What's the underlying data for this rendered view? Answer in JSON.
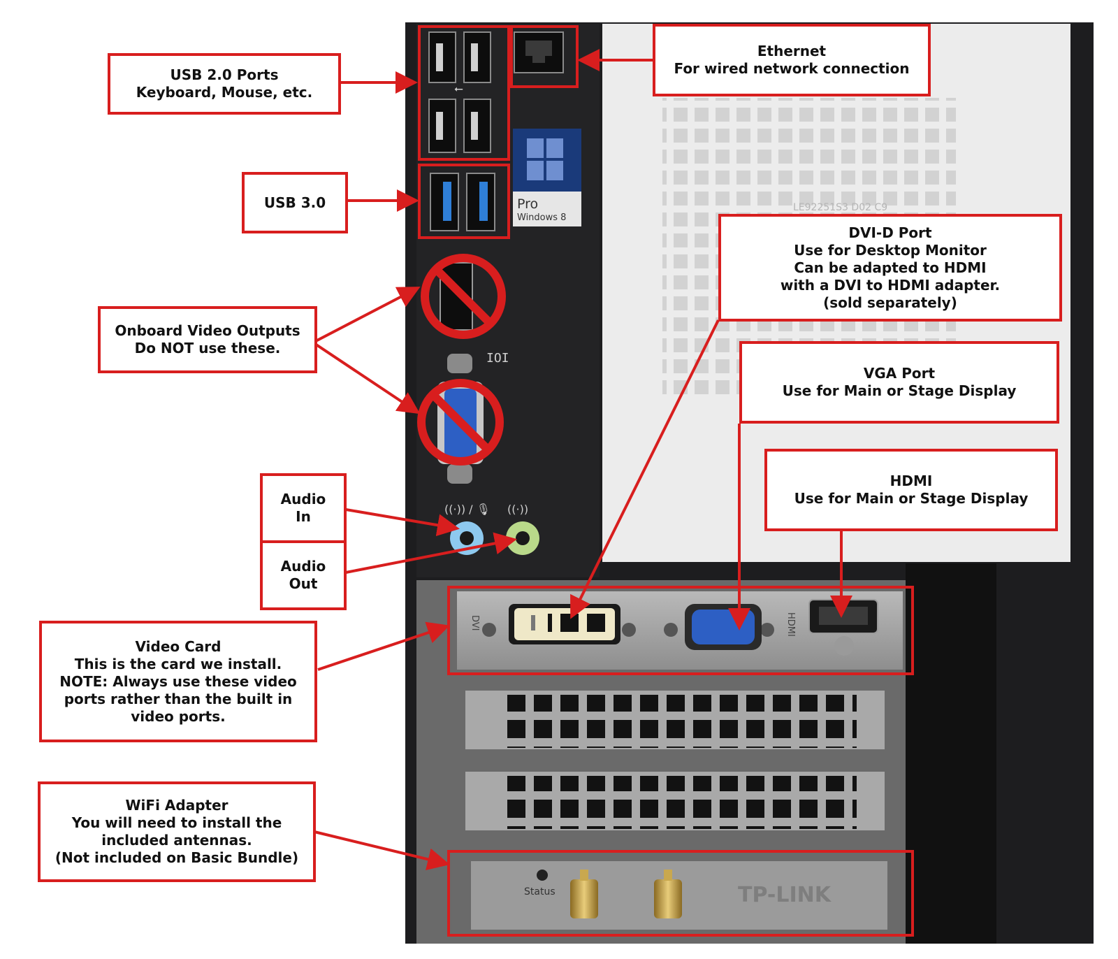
{
  "colors": {
    "callout_red": "#d81e1e",
    "chassis_black": "#1d1d1f",
    "side_panel": "#ececec",
    "vga_blue": "#2d5fc4",
    "audio_in_blue": "#8ec9ef",
    "audio_out_green": "#b9d98a",
    "dvi_ivory": "#efe8c8"
  },
  "photo": {
    "windows_badge": {
      "line1": "Pro",
      "line2": "Windows 8"
    },
    "side_panel_code": "LE92251S3 D02 C9",
    "video_card_port_labels": {
      "dvi": "DVI",
      "hdmi": "HDMI"
    },
    "wifi_card": {
      "status_label": "Status",
      "brand": "TP-LINK"
    }
  },
  "callouts": {
    "usb2": {
      "lines": [
        "USB 2.0 Ports",
        "Keyboard, Mouse, etc."
      ]
    },
    "usb3": {
      "lines": [
        "USB 3.0"
      ]
    },
    "onboard_video": {
      "lines": [
        "Onboard Video Outputs",
        "Do NOT use these."
      ]
    },
    "audio_in": {
      "lines": [
        "Audio",
        "In"
      ]
    },
    "audio_out": {
      "lines": [
        "Audio",
        "Out"
      ]
    },
    "video_card": {
      "lines": [
        "Video Card",
        "This is the card we install.",
        "NOTE: Always use these video",
        "ports rather than the built in",
        "video ports."
      ]
    },
    "wifi": {
      "lines": [
        "WiFi Adapter",
        "You will need to install the",
        "included antennas.",
        "(Not included on Basic Bundle)"
      ]
    },
    "ethernet": {
      "lines": [
        "Ethernet",
        "For wired network connection"
      ]
    },
    "dvi": {
      "lines": [
        "DVI-D Port",
        "Use for Desktop Monitor",
        "Can be adapted to HDMI",
        "with a DVI to HDMI adapter.",
        "(sold separately)"
      ]
    },
    "vga": {
      "lines": [
        "VGA Port",
        "Use for Main or Stage Display"
      ]
    },
    "hdmi": {
      "lines": [
        "HDMI",
        "Use for Main or Stage Display"
      ]
    }
  }
}
